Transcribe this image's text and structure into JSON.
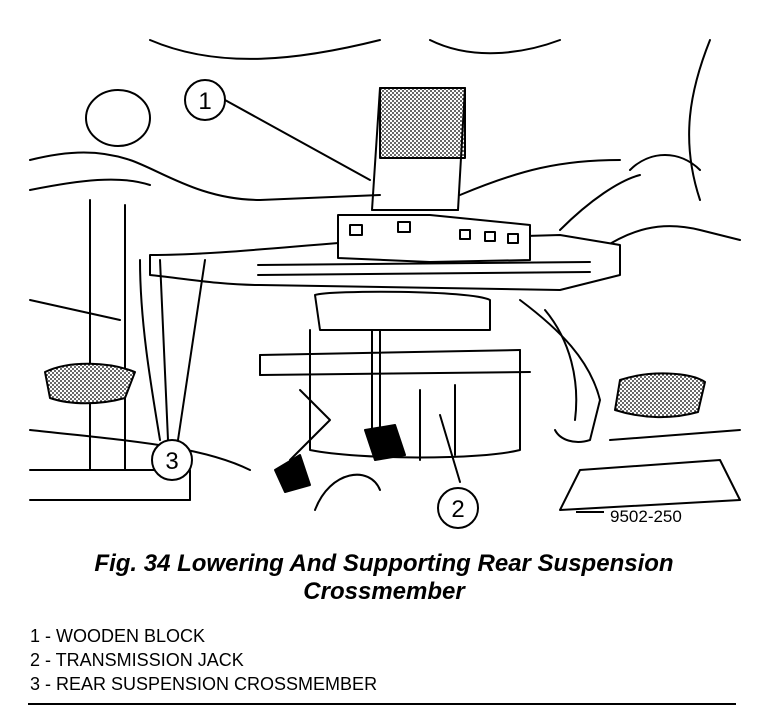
{
  "figure": {
    "code": "9502-250",
    "callouts": [
      "1",
      "2",
      "3"
    ]
  },
  "caption": {
    "line1": "Fig. 34 Lowering And Supporting Rear Suspension",
    "line2": "Crossmember"
  },
  "legend": [
    {
      "text": "1 - WOODEN BLOCK"
    },
    {
      "text": "2 - TRANSMISSION JACK"
    },
    {
      "text": "3 - REAR SUSPENSION CROSSMEMBER"
    }
  ]
}
